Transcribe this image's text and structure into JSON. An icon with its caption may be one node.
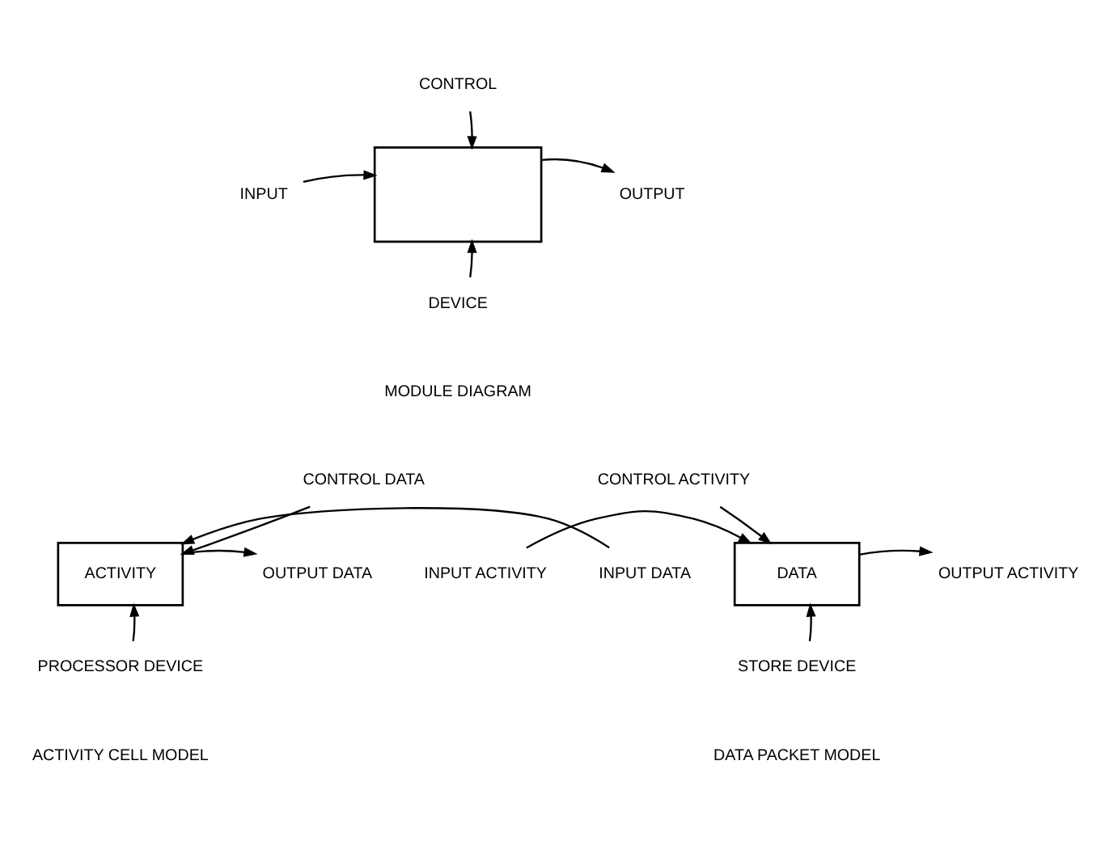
{
  "diagram": {
    "nodes": [
      {
        "text": [
          "CONTROL"
        ]
      },
      {
        "text": [
          "INPUT"
        ]
      },
      {
        "text": [],
        "shape": "box"
      },
      {
        "text": [
          "OUTPUT"
        ]
      },
      {
        "text": [
          "DEVICE"
        ]
      },
      {
        "text": [
          "CONTROL DATA"
        ]
      },
      {
        "text": [
          "INPUT DATA"
        ]
      },
      {
        "text": [
          "ACTIVITY"
        ]
      },
      {
        "text": [
          "OUTPUT DATA"
        ]
      },
      {
        "text": [
          "PROCESSOR DEVICE"
        ]
      },
      {
        "text": [
          "CONTROL ACTIVITY"
        ]
      },
      {
        "text": [
          "INPUT ACTIVITY"
        ]
      },
      {
        "text": [
          "DATA"
        ]
      },
      {
        "text": [
          "OUTPUT ACTIVITY"
        ]
      },
      {
        "text": [
          "STORE DEVICE"
        ]
      }
    ],
    "edges": [
      {
        "from": 0,
        "to": 2,
        "arrow": "to"
      },
      {
        "from": 1,
        "to": 2,
        "arrow": "to"
      },
      {
        "from": 2,
        "to": 3,
        "arrow": "to"
      },
      {
        "from": 4,
        "to": 2,
        "arrow": "to"
      },
      {
        "from": 5,
        "to": 7,
        "arrow": "to"
      },
      {
        "from": 6,
        "to": 7,
        "arrow": "to"
      },
      {
        "from": 7,
        "to": 8,
        "arrow": "to"
      },
      {
        "from": 9,
        "to": 7,
        "arrow": "to"
      },
      {
        "from": 10,
        "to": 12,
        "arrow": "to"
      },
      {
        "from": 11,
        "to": 12,
        "arrow": "to"
      },
      {
        "from": 12,
        "to": 13,
        "arrow": "to"
      },
      {
        "from": 14,
        "to": 12,
        "arrow": "to"
      }
    ],
    "labels": [
      "MODULE DIAGRAM",
      "ACTIVITY CELL MODEL",
      "DATA PACKET MODEL"
    ]
  }
}
